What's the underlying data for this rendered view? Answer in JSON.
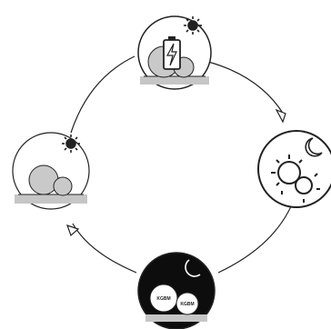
{
  "diagram": {
    "colors": {
      "outline": "#222222",
      "sphere_gray": "#c9c9c9",
      "ground_gray": "#c6c6c6",
      "night_fill": "#0d0d0d",
      "background": "#ffffff"
    },
    "stages": [
      {
        "name": "day-sunlight",
        "icons": [
          "sun-icon",
          "spheres-icon"
        ]
      },
      {
        "name": "day-charging",
        "icons": [
          "sun-icon",
          "battery-charging-icon",
          "spheres-icon"
        ]
      },
      {
        "name": "evening-transition",
        "icons": [
          "moon-icon",
          "sun-outline-icon"
        ]
      },
      {
        "name": "night-glow",
        "icons": [
          "moon-icon",
          "glowing-spheres-icon"
        ]
      }
    ],
    "night_sphere_labels": [
      "KGBM",
      "KGBM"
    ],
    "arrows": [
      "charging-to-evening",
      "night-to-day"
    ]
  }
}
